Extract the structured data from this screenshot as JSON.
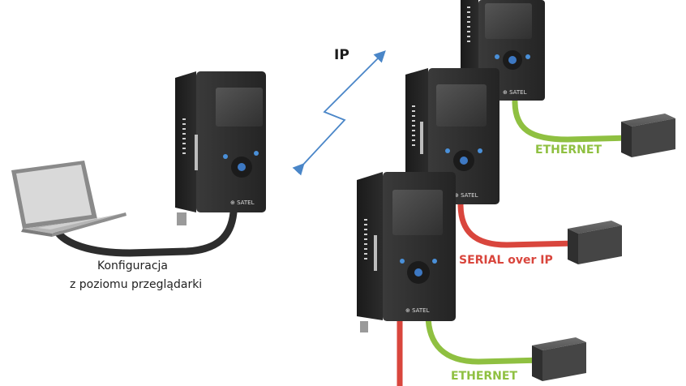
{
  "labels": {
    "ip": "IP",
    "config_line1": "Konfiguracja",
    "config_line2": "z poziomu przeglądarki",
    "ethernet_top": "ETHERNET",
    "serial_over_ip": "SERIAL over IP",
    "ethernet_bottom": "ETHERNET"
  },
  "brand": "SATEL",
  "colors": {
    "ethernet_cable": "#8fc041",
    "serial_cable": "#d9463d",
    "usb_cable": "#2d2d2d",
    "ip_link": "#4a86c8",
    "device_body": "#2e2e2e",
    "terminal_box": "#3d3d3d"
  }
}
